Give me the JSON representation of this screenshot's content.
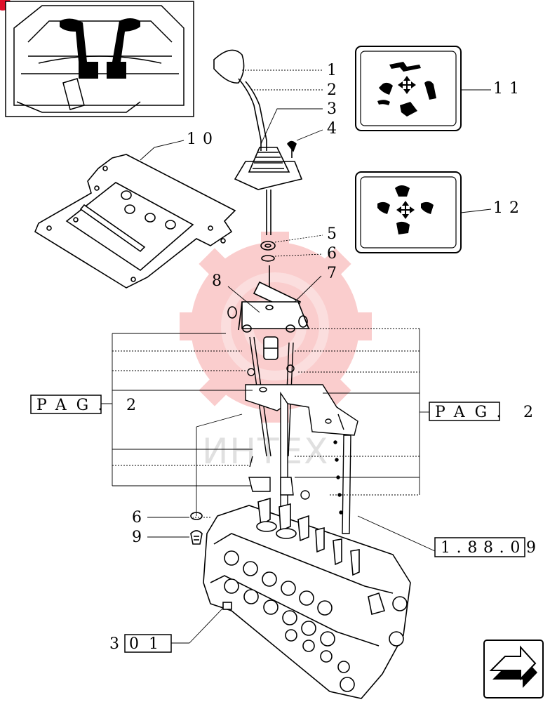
{
  "callouts": {
    "c1": "1",
    "c2": "2",
    "c3": "3",
    "c4": "4",
    "c5": "5",
    "c6": "6",
    "c7": "7",
    "c8": "8",
    "c10": "10",
    "c11": "11",
    "c12": "12",
    "c6b": "6",
    "c9": "9"
  },
  "ref_boxes": {
    "pag_left_label": "PAG.",
    "pag_left_num": "2",
    "pag_right_label": "PAG.",
    "pag_right_num": "2",
    "ref_188": "1.88.09",
    "ref_301": "301"
  },
  "watermark": "ИНТЕХ",
  "colors": {
    "line": "#000000",
    "watermark_gear": "#f05050",
    "corner_dot": "#e0102a"
  },
  "icons": {
    "next_page": "next-page-arrow-icon",
    "decal_11": "excavator-control-pattern-icon",
    "decal_12": "loader-control-pattern-icon"
  }
}
